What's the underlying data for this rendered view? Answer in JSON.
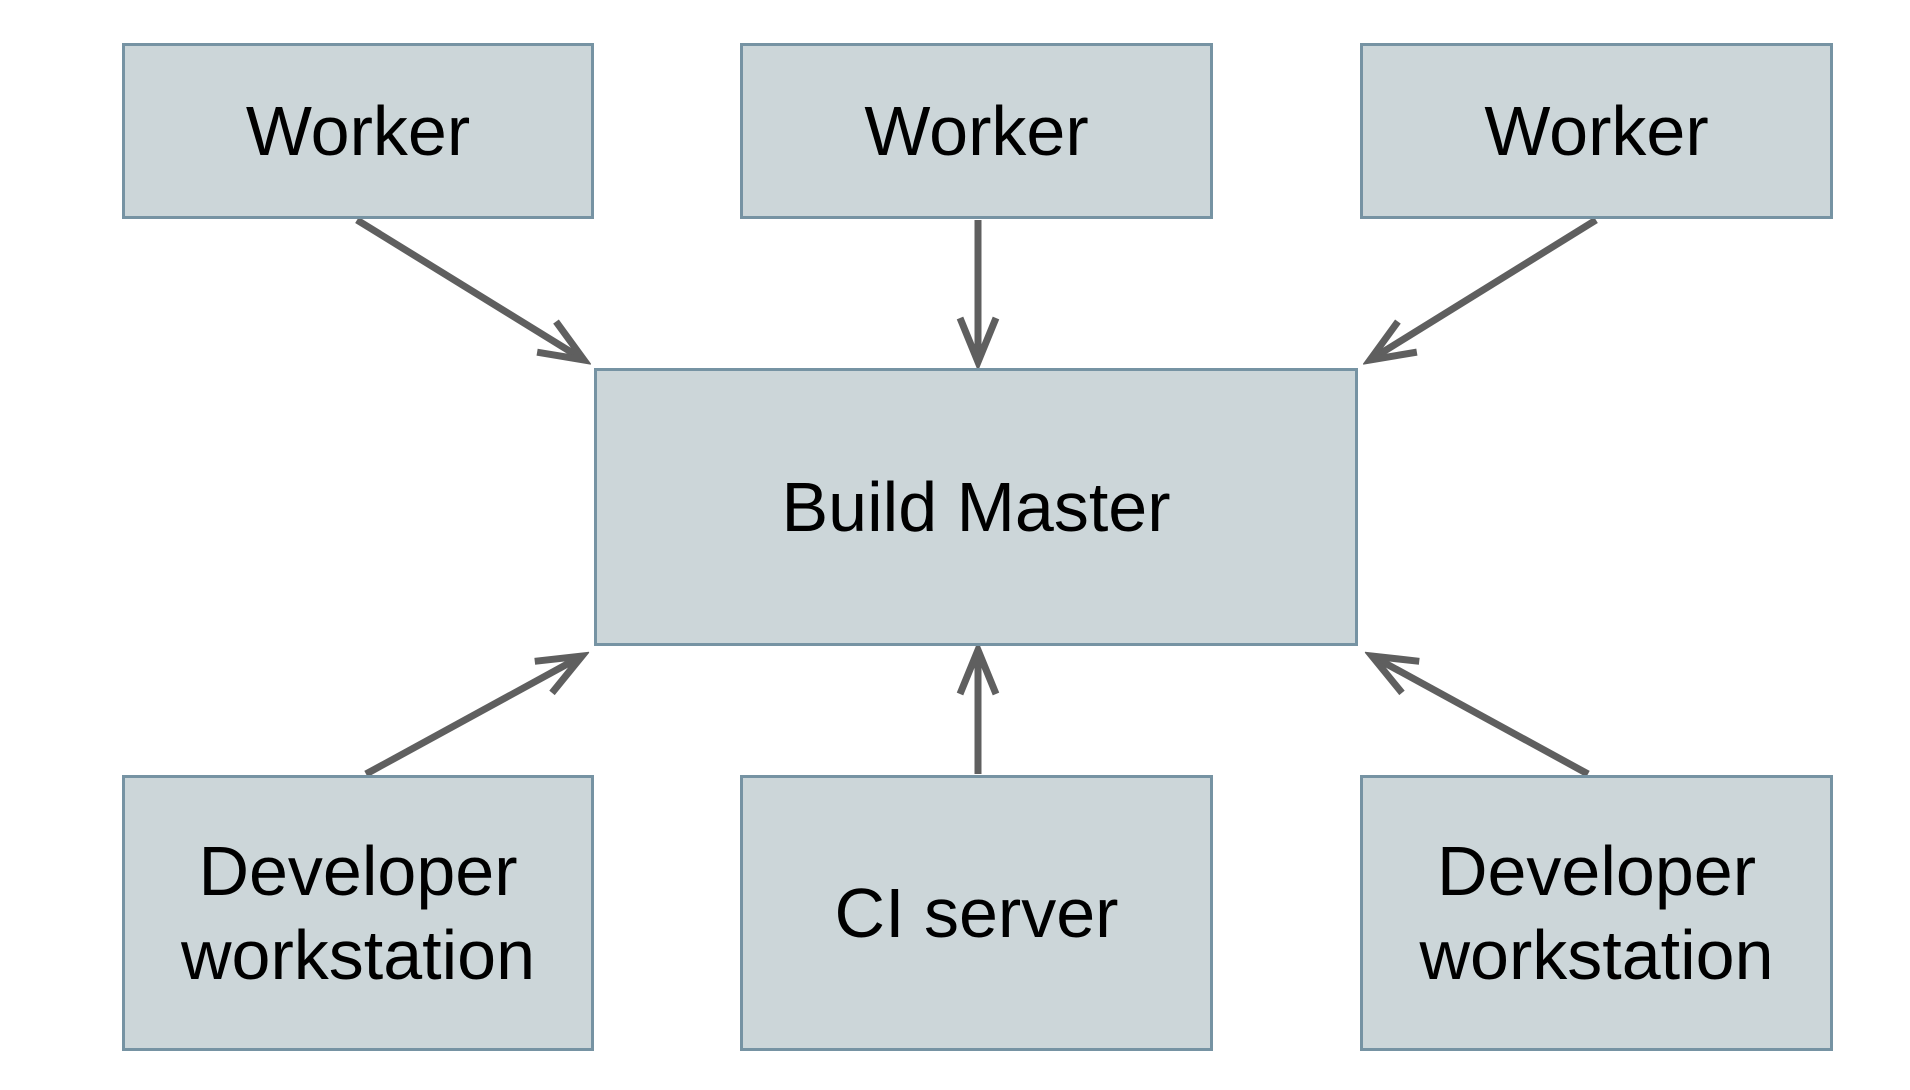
{
  "diagram": {
    "type": "architecture-flow-diagram",
    "background": "#ffffff",
    "nodes": {
      "worker1": {
        "label": "Worker"
      },
      "worker2": {
        "label": "Worker"
      },
      "worker3": {
        "label": "Worker"
      },
      "build_master": {
        "label": "Build Master"
      },
      "dev_left": {
        "label": "Developer workstation"
      },
      "ci_server": {
        "label": "CI server"
      },
      "dev_right": {
        "label": "Developer workstation"
      }
    },
    "edges": [
      {
        "from": "worker1",
        "to": "build_master",
        "style": "open-arrowhead"
      },
      {
        "from": "worker2",
        "to": "build_master",
        "style": "open-arrowhead"
      },
      {
        "from": "worker3",
        "to": "build_master",
        "style": "open-arrowhead"
      },
      {
        "from": "dev_left",
        "to": "build_master",
        "style": "open-arrowhead"
      },
      {
        "from": "ci_server",
        "to": "build_master",
        "style": "open-arrowhead"
      },
      {
        "from": "dev_right",
        "to": "build_master",
        "style": "open-arrowhead"
      }
    ],
    "colors": {
      "node_fill": "#ccd6d9",
      "node_border": "#7693a3",
      "arrow": "#5f5f5f",
      "text": "#000000",
      "background": "#ffffff"
    }
  }
}
